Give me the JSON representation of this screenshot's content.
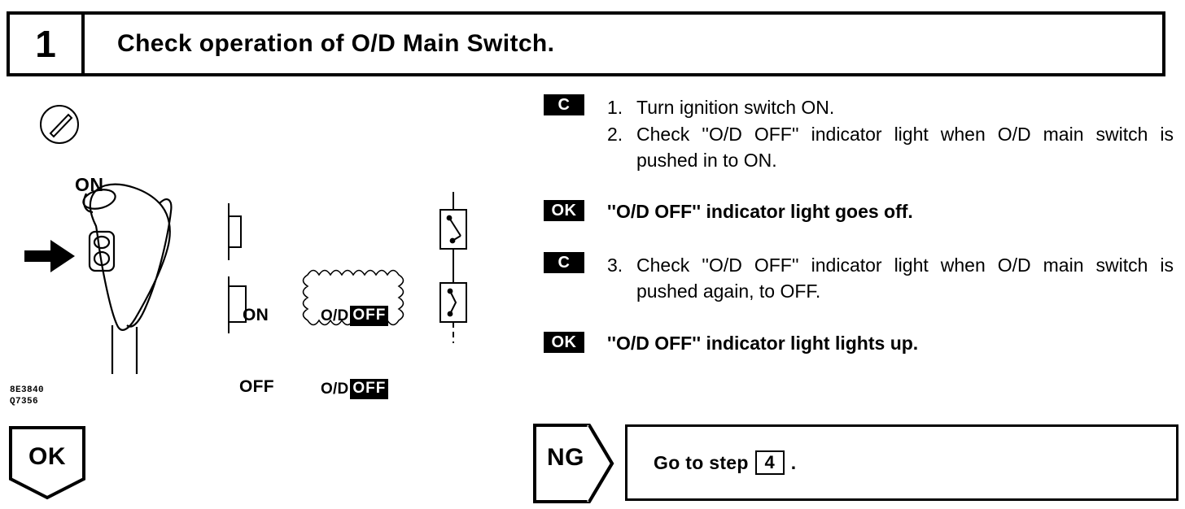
{
  "header": {
    "step_number": "1",
    "title": "Check operation of O/D Main Switch."
  },
  "illustration": {
    "ignition_label": "ON",
    "ignition_icon": "ignition-key-switch-icon",
    "arrow_icon": "right-arrow-icon",
    "shift_lever_icon": "shift-lever-knob-icon",
    "switch_states": [
      {
        "position_label": "ON",
        "lamp_prefix": "O/D",
        "lamp_highlight": "OFF",
        "lamp_lit": false,
        "circuit_icon": "switch-open-contact-icon"
      },
      {
        "position_label": "OFF",
        "lamp_prefix": "O/D",
        "lamp_highlight": "OFF",
        "lamp_lit": true,
        "circuit_icon": "switch-closed-contact-icon"
      }
    ],
    "figure_code_line1": "8E3840",
    "figure_code_line2": "Q7356"
  },
  "instructions": [
    {
      "badge": "C",
      "items": [
        {
          "num": "1.",
          "text": "Turn ignition switch ON."
        },
        {
          "num": "2.",
          "text": "Check ''O/D OFF'' indicator light when O/D main switch is pushed in to ON."
        }
      ]
    },
    {
      "badge": "OK",
      "result": "''O/D OFF'' indicator light goes off."
    },
    {
      "badge": "C",
      "items": [
        {
          "num": "3.",
          "text": "Check ''O/D OFF'' indicator light when O/D main switch is pushed again, to OFF."
        }
      ]
    },
    {
      "badge": "OK",
      "result": "''O/D OFF'' indicator light lights up."
    }
  ],
  "judgement": {
    "ok_label": "OK",
    "ng_label": "NG",
    "goto_prefix": "Go to step",
    "goto_step": "4",
    "goto_suffix": "."
  },
  "colors": {
    "ink": "#000000",
    "paper": "#ffffff"
  }
}
